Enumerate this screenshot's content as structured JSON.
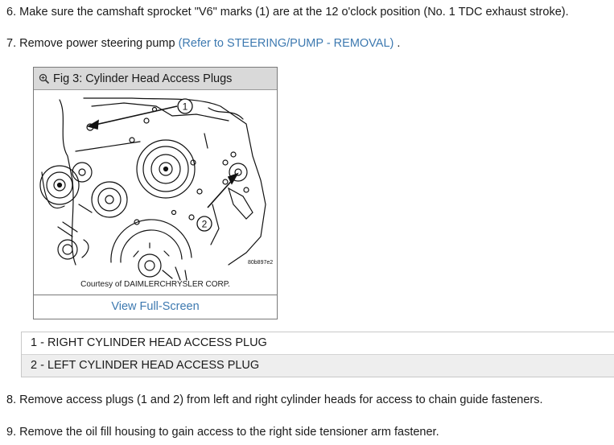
{
  "steps": {
    "s6": "6. Make sure the camshaft sprocket \"V6\" marks (1) are at the 12 o'clock position (No. 1 TDC exhaust stroke).",
    "s7_text": "7. Remove power steering pump ",
    "s7_link": "(Refer to STEERING/PUMP - REMOVAL)",
    "s7_tail": " .",
    "s8": "8. Remove access plugs (1 and 2) from left and right cylinder heads for access to chain guide fasteners.",
    "s9": "9. Remove the oil fill housing to gain access to the right side tensioner arm fastener."
  },
  "figure": {
    "title": "Fig 3: Cylinder Head Access Plugs",
    "zoom_icon": "magnifier-plus-icon",
    "callout_1": "1",
    "callout_2": "2",
    "image_code": "80b897e2",
    "caption": "Courtesy of DAIMLERCHRYSLER CORP.",
    "fullscreen_link": "View Full-Screen"
  },
  "legend": [
    "1 - RIGHT CYLINDER HEAD ACCESS PLUG",
    "2 - LEFT CYLINDER HEAD ACCESS PLUG"
  ],
  "colors": {
    "link": "#3d79b0",
    "header_bg": "#d9d9d9",
    "row_alt": "#eeeeee"
  }
}
